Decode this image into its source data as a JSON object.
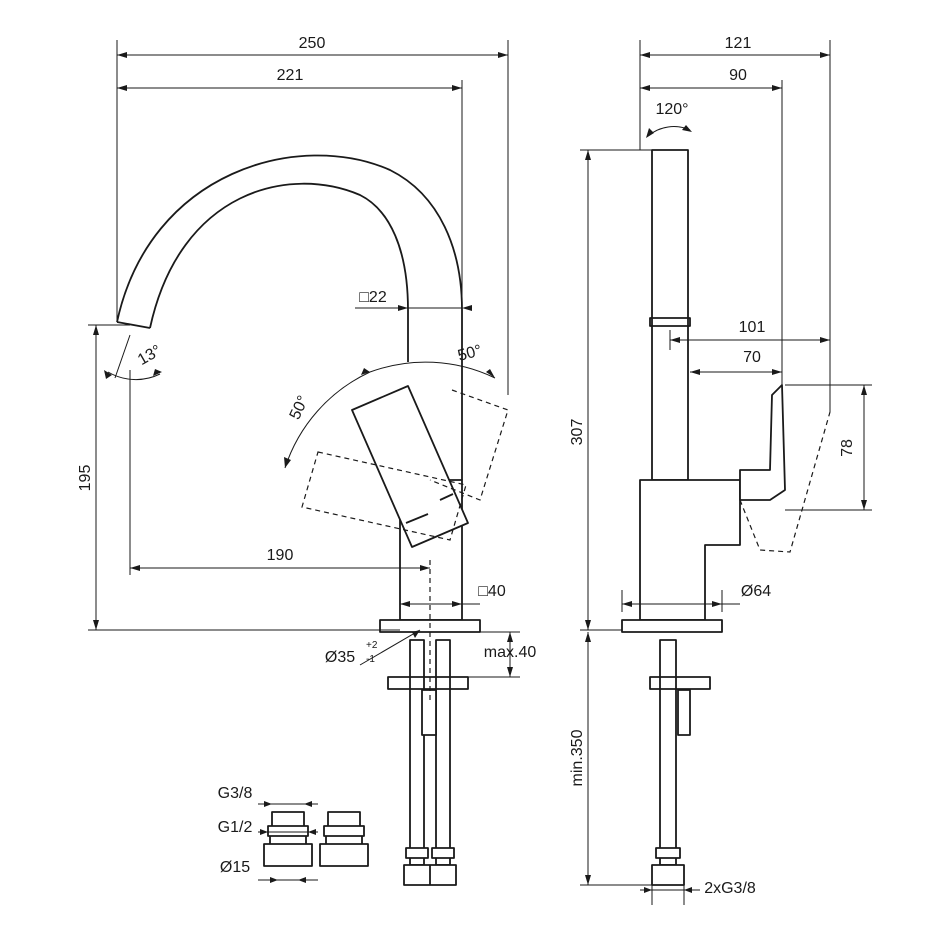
{
  "front_view": {
    "dims": {
      "overall_width": "250",
      "spout_reach": "221",
      "spout_height": "195",
      "spout_to_body": "190",
      "spout_section": "□22",
      "body_section": "□40",
      "base_diameter": "Ø35",
      "base_tol_upper": "+2",
      "base_tol_lower": "-1",
      "max_thickness": "max.40",
      "spout_angle": "13°",
      "lever_angle_left": "50°",
      "lever_angle_right": "50°"
    }
  },
  "side_view": {
    "dims": {
      "overall_depth": "121",
      "body_depth": "90",
      "rotation": "120°",
      "total_height": "307",
      "lever_reach": "101",
      "lever_offset": "70",
      "lever_height": "78",
      "base_diameter": "Ø64",
      "hose_length": "min.350",
      "connections": "2xG3/8"
    }
  },
  "fittings": {
    "thread_top": "G3/8",
    "thread_bottom": "G1/2",
    "pipe_diameter": "Ø15"
  }
}
